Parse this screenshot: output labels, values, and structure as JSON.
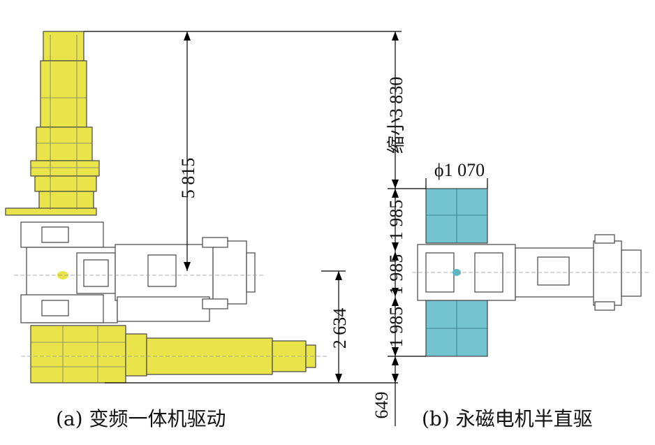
{
  "figure": {
    "caption_a": "(a) 变频一体机驱动",
    "caption_b": "(b) 永磁电机半直驱",
    "dimensions": {
      "height_total": "5 815",
      "reduction": "缩小3 830",
      "diameter": "ϕ1 070",
      "upper_offset": "1 985",
      "lower_offset": "1 985",
      "gap_small": "1 985",
      "lower_height": "2 634",
      "base_offset": "649"
    }
  },
  "colors": {
    "motor_yellow": "#e8e44a",
    "pm_motor_cyan": "#5bb8c8",
    "outline": "#333333",
    "dimension_line": "#000000"
  }
}
